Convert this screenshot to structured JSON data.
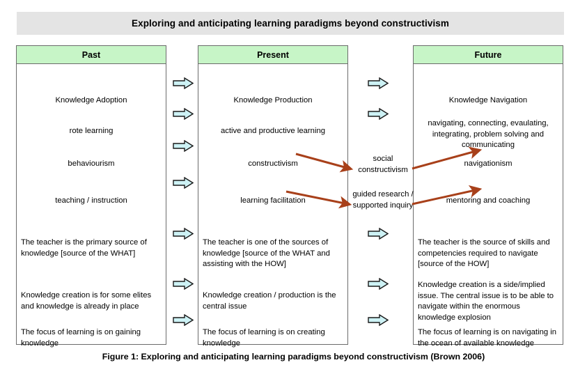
{
  "title": "Exploring and anticipating learning paradigms beyond constructivism",
  "caption": "Figure 1:  Exploring and anticipating learning paradigms beyond constructivism (Brown 2006)",
  "colors": {
    "header_green": "#c7f5c7",
    "banner_gray": "#e4e4e4",
    "arrow_cyan_fill": "#cdf2f5",
    "arrow_outline": "#1a1a1a",
    "diagonal_arrow": "#a8401a",
    "border": "#6b6b6b"
  },
  "columns": [
    {
      "id": "past",
      "header": "Past",
      "cells": [
        {
          "text": "Knowledge Adoption",
          "align": "center"
        },
        {
          "text": "rote learning",
          "align": "center"
        },
        {
          "text": "behaviourism",
          "align": "center"
        },
        {
          "text": "teaching / instruction",
          "align": "center"
        },
        {
          "text": "The teacher is the primary source of knowledge [source of the WHAT]",
          "align": "left"
        },
        {
          "text": "Knowledge creation is for some elites and knowledge is already in place",
          "align": "left"
        },
        {
          "text": "The focus of learning is on gaining knowledge",
          "align": "left"
        }
      ]
    },
    {
      "id": "present",
      "header": "Present",
      "cells": [
        {
          "text": "Knowledge Production",
          "align": "center"
        },
        {
          "text": "active and productive learning",
          "align": "center"
        },
        {
          "text": "constructivism",
          "align": "center"
        },
        {
          "text": "learning facilitation",
          "align": "center"
        },
        {
          "text": "The teacher is one of the sources of knowledge [source of the WHAT and assisting with the HOW]",
          "align": "left"
        },
        {
          "text": "Knowledge creation / production is the central issue",
          "align": "left"
        },
        {
          "text": "The focus of learning is on creating knowledge",
          "align": "left"
        }
      ]
    },
    {
      "id": "future",
      "header": "Future",
      "cells": [
        {
          "text": "Knowledge Navigation",
          "align": "center"
        },
        {
          "text": "navigating, connecting, evaulating, integrating, problem solving and communicating",
          "align": "center"
        },
        {
          "text": "navigationism",
          "align": "center"
        },
        {
          "text": "mentoring and coaching",
          "align": "center"
        },
        {
          "text": "The teacher is the source of skills and competencies required to navigate [source of the HOW]",
          "align": "left"
        },
        {
          "text": "Knowledge creation is a side/implied issue.  The central issue is to be able to navigate within the enormous knowledge explosion",
          "align": "left"
        },
        {
          "text": "The focus of learning is on navigating in the ocean of available knowledge",
          "align": "left"
        }
      ]
    }
  ],
  "middle_labels": [
    {
      "id": "social-constructivism",
      "text": "social constructivism"
    },
    {
      "id": "guided-research",
      "text": "guided research / supported inquiry"
    }
  ],
  "flow_arrow_icon": "right-block-arrow-icon",
  "diagonal_arrow_icon": "diagonal-arrow-icon"
}
